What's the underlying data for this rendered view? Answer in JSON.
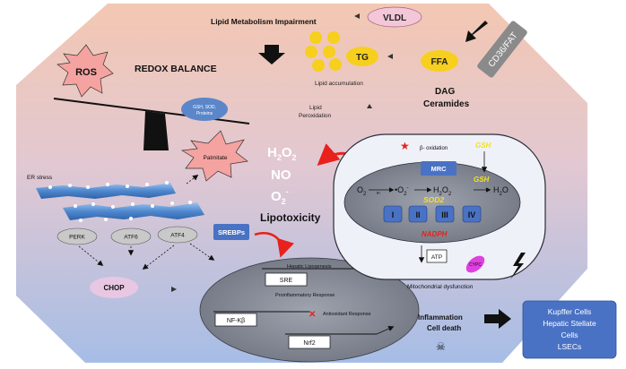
{
  "labels": {
    "lipid_impairment": "Lipid Metabolism Impairment",
    "vldl": "VLDL",
    "tg": "TG",
    "ffa": "FFA",
    "cd36": "CD36/FAT",
    "ros": "ROS",
    "redox_balance": "REDOX BALANCE",
    "lipid_accumulation": "Lipid accumulation",
    "dag": "DAG",
    "ceramides": "Ceramides",
    "gsh_sod": "GSH, SOD,",
    "proteins": "Proteins",
    "lipid": "Lipid",
    "peroxidation": "Peroxidation",
    "palmitate": "Palmitate",
    "h2": "H",
    "h2_sub": "2",
    "o2": "O",
    "o2_sub": "2",
    "no": "NO",
    "o": "O",
    "o_sub": "2",
    "o_sup": "-",
    "lipotoxicity": "Lipotoxicity",
    "er_stress": "ER stress",
    "perk": "PERK",
    "atf6": "ATF6",
    "atf4": "ATF4",
    "srebps": "SREBPs",
    "chop": "CHOP",
    "gsh_top": "GSH",
    "beta_oxidation": "β- oxidation",
    "mrc": "MRC",
    "gsh_mid": "GSH",
    "o2_a": "O",
    "o2_a_sub": "2",
    "e_minus": "e-",
    "o2_b": "•O",
    "o2_b_sub": "2",
    "o2_b_sup": "-",
    "sod2": "SOD2",
    "h2o2_mito_h": "H",
    "h2o2_mito_s1": "2",
    "h2o2_mito_o": "O",
    "h2o2_mito_s2": "2",
    "h2o_h": "H",
    "h2o_s": "2",
    "h2o_o": "O",
    "complex_1": "I",
    "complex_2": "II",
    "complex_3": "III",
    "complex_4": "IV",
    "nadph": "NADPH",
    "atp": "ATP",
    "cypc": "CYPC",
    "mito_dysfunction": "Mitochondrial dysfunction",
    "sre": "SRE",
    "hepatic_lipogenesis": "Hepatic Lipogenesis",
    "proinflammatory": "Proinflammatory Response",
    "nfkb": "NF-Kβ",
    "antioxidant": "Antioxidant Response",
    "nrf2": "Nrf2",
    "inflammation": "Inflammation",
    "cell_death": "Cell death",
    "kupffer_1": "Kupffer Cells",
    "kupffer_2": "Hepatic Stellate",
    "kupffer_3": "Cells",
    "kupffer_4": "LSECs"
  },
  "colors": {
    "bg_top": "#f2c8b3",
    "bg_bottom": "#a9bfe6",
    "ros_fill": "#f4a3a0",
    "vldl_fill": "#f3c6d8",
    "yellow": "#f7cf1e",
    "cd36_fill": "#8a8a8a",
    "gsh_pill": "#5b86c9",
    "blue_box": "#4a72c4",
    "gray_oval": "#8c8f98",
    "pink_oval": "#e8c7e2",
    "er_blue": "#5b95d6",
    "red": "#e8211c",
    "magenta": "#e040e0",
    "yellow_text": "#f5e11a"
  }
}
